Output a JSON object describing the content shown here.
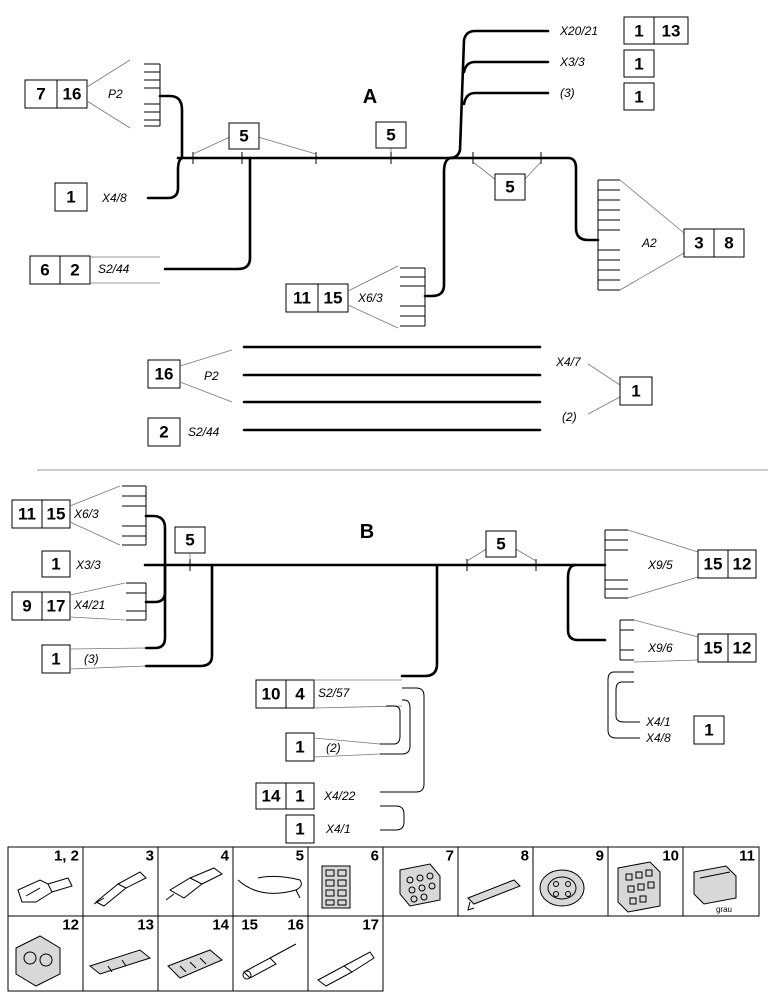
{
  "sections": {
    "a": "A",
    "b": "B"
  },
  "a": {
    "x2021": {
      "label": "X20/21",
      "box1": "1",
      "box2": "13"
    },
    "x33": {
      "label": "X3/3",
      "box1": "1"
    },
    "x3p": {
      "label": "(3)",
      "box1": "1"
    },
    "p2": {
      "label": "P2",
      "box1": "7",
      "box2": "16"
    },
    "x48": {
      "label": "X4/8",
      "box1": "1"
    },
    "s244": {
      "label": "S2/44",
      "box1": "6",
      "box2": "2"
    },
    "x63": {
      "label": "X6/3",
      "box1": "11",
      "box2": "15"
    },
    "a2": {
      "label": "A2",
      "box1": "3",
      "box2": "8"
    },
    "tape_left": "5",
    "tape_mid": "5",
    "tape_right": "5"
  },
  "wires": {
    "p2": {
      "label": "P2",
      "box": "16"
    },
    "s244": {
      "label": "S2/44",
      "box": "2"
    },
    "x47": {
      "label": "X4/7"
    },
    "two": {
      "label": "(2)"
    },
    "right_box": "1"
  },
  "b": {
    "x63": {
      "label": "X6/3",
      "box1": "11",
      "box2": "15"
    },
    "x33": {
      "label": "X3/3",
      "box1": "1"
    },
    "x421": {
      "label": "X4/21",
      "box1": "9",
      "box2": "17"
    },
    "three": {
      "label": "(3)",
      "box1": "1"
    },
    "tape_left": "5",
    "tape_right": "5",
    "x95": {
      "label": "X9/5",
      "box1": "15",
      "box2": "12"
    },
    "x96": {
      "label": "X9/6",
      "box1": "15",
      "box2": "12"
    },
    "x41x48": {
      "label1": "X4/1",
      "label2": "X4/8",
      "box1": "1"
    },
    "s257": {
      "label": "S2/57",
      "box1": "10",
      "box2": "4"
    },
    "two": {
      "label": "(2)",
      "box1": "1"
    },
    "x422": {
      "label": "X4/22",
      "box1": "14",
      "box2": "1"
    },
    "x41": {
      "label": "X4/1",
      "box1": "1"
    }
  },
  "parts": {
    "p12": "1, 2",
    "p3": "3",
    "p4": "4",
    "p5": "5",
    "p6": "6",
    "p7": "7",
    "p8": "8",
    "p9": "9",
    "p10": "10",
    "p11": "11",
    "p11_note": "grau",
    "p12b": "12",
    "p13": "13",
    "p14": "14",
    "p15": "15",
    "p16": "16",
    "p17": "17"
  }
}
